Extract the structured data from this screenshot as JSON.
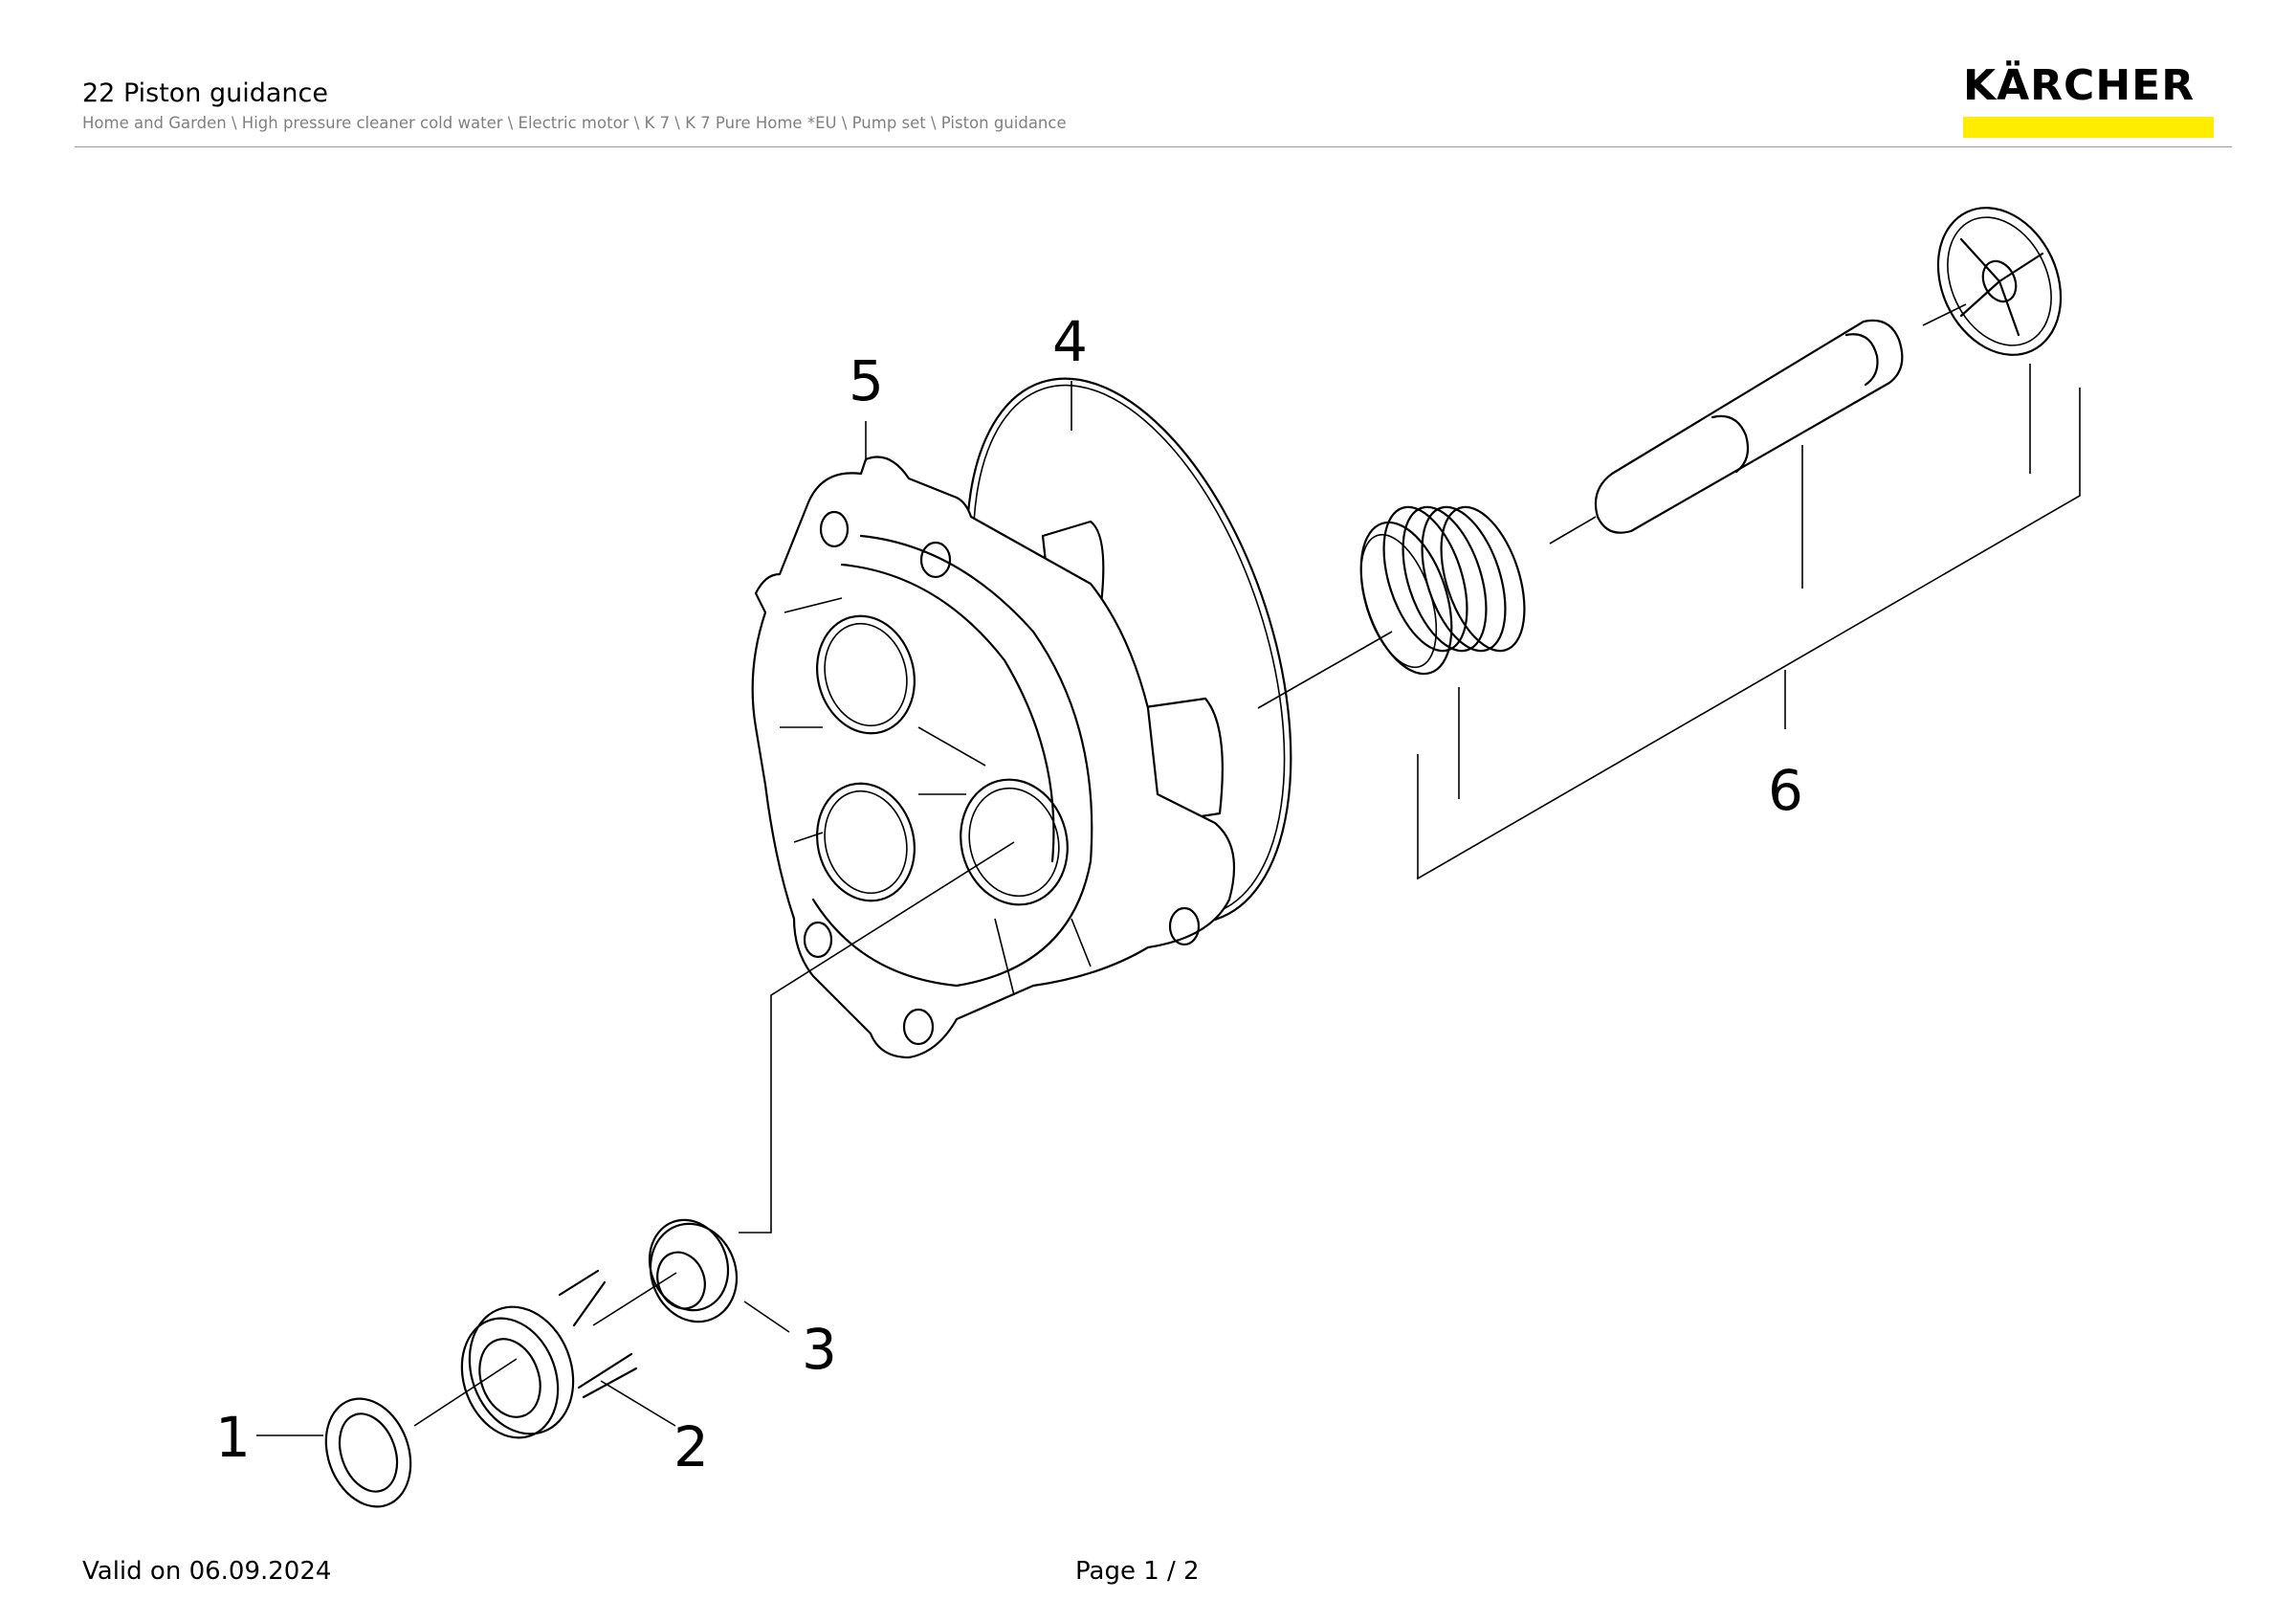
{
  "header": {
    "title": "22 Piston guidance",
    "breadcrumb": "Home and Garden \\ High pressure cleaner cold water \\ Electric motor \\ K 7 \\ K 7 Pure Home *EU \\ Pump set \\ Piston guidance"
  },
  "brand": {
    "name": "KÄRCHER",
    "bar_color": "#ffed00"
  },
  "diagram": {
    "callouts": [
      "1",
      "2",
      "3",
      "4",
      "5",
      "6"
    ]
  },
  "footer": {
    "valid_on": "Valid on 06.09.2024",
    "page": "Page 1 / 2"
  }
}
